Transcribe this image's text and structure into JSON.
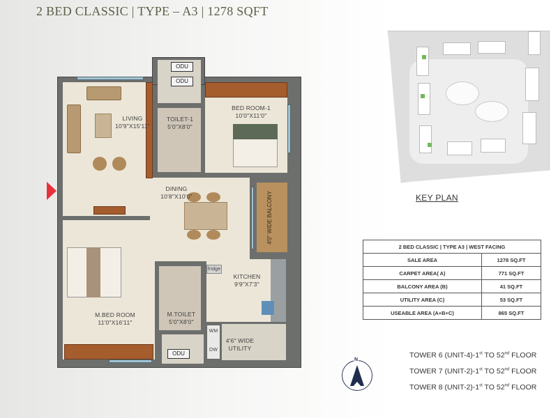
{
  "header": {
    "title": "2 BED CLASSIC | TYPE – A3 | 1278 SQFT"
  },
  "floor_plan": {
    "rooms": [
      {
        "name": "LIVING",
        "size": "10'9\"X15'11\""
      },
      {
        "name": "TOILET-1",
        "size": "5'0\"X8'0\""
      },
      {
        "name": "BED ROOM-1",
        "size": "10'0\"X11'0\""
      },
      {
        "name": "DINING",
        "size": "10'8\"X10'0\""
      },
      {
        "name": "M.BED ROOM",
        "size": "11'0\"X16'11\""
      },
      {
        "name": "M.TOILET",
        "size": "5'0\"X8'0\""
      },
      {
        "name": "KITCHEN",
        "size": "9'9\"X7'3\""
      },
      {
        "name": "4'6\" WIDE",
        "size": "UTILITY"
      }
    ],
    "balcony_label": "4'0\" WIDE BALCONY",
    "odu_labels": [
      "ODU",
      "ODU",
      "ODU"
    ],
    "fridge_label": "fridge",
    "wm_label": "WM",
    "dw_label": "DW",
    "entry_color": "#e8303a"
  },
  "key_plan": {
    "label": "KEY PLAN"
  },
  "area_table": {
    "heading": "2 BED CLASSIC | TYPE A3 | WEST FACING",
    "rows": [
      {
        "label": "SALE AREA",
        "value": "1278 SQ.FT"
      },
      {
        "label": "CARPET AREA( A)",
        "value": "771 SQ.FT"
      },
      {
        "label": "BALCONY AREA (B)",
        "value": "41 SQ.FT"
      },
      {
        "label": "UTILITY AREA (C)",
        "value": "53 SQ.FT"
      },
      {
        "label": "USEABLE AREA (A+B+C)",
        "value": "865 SQ.FT"
      }
    ]
  },
  "towers": [
    {
      "prefix": "TOWER 6 (UNIT-4)-1",
      "sup1": "st",
      "mid": " TO 52",
      "sup2": "nd",
      "suffix": " FLOOR"
    },
    {
      "prefix": "TOWER 7 (UNIT-2)-1",
      "sup1": "st",
      "mid": " TO 52",
      "sup2": "nd",
      "suffix": " FLOOR"
    },
    {
      "prefix": "TOWER 8 (UNIT-2)-1",
      "sup1": "st",
      "mid": " TO 52",
      "sup2": "nd",
      "suffix": " FLOOR"
    }
  ],
  "compass": {
    "label": "N"
  }
}
